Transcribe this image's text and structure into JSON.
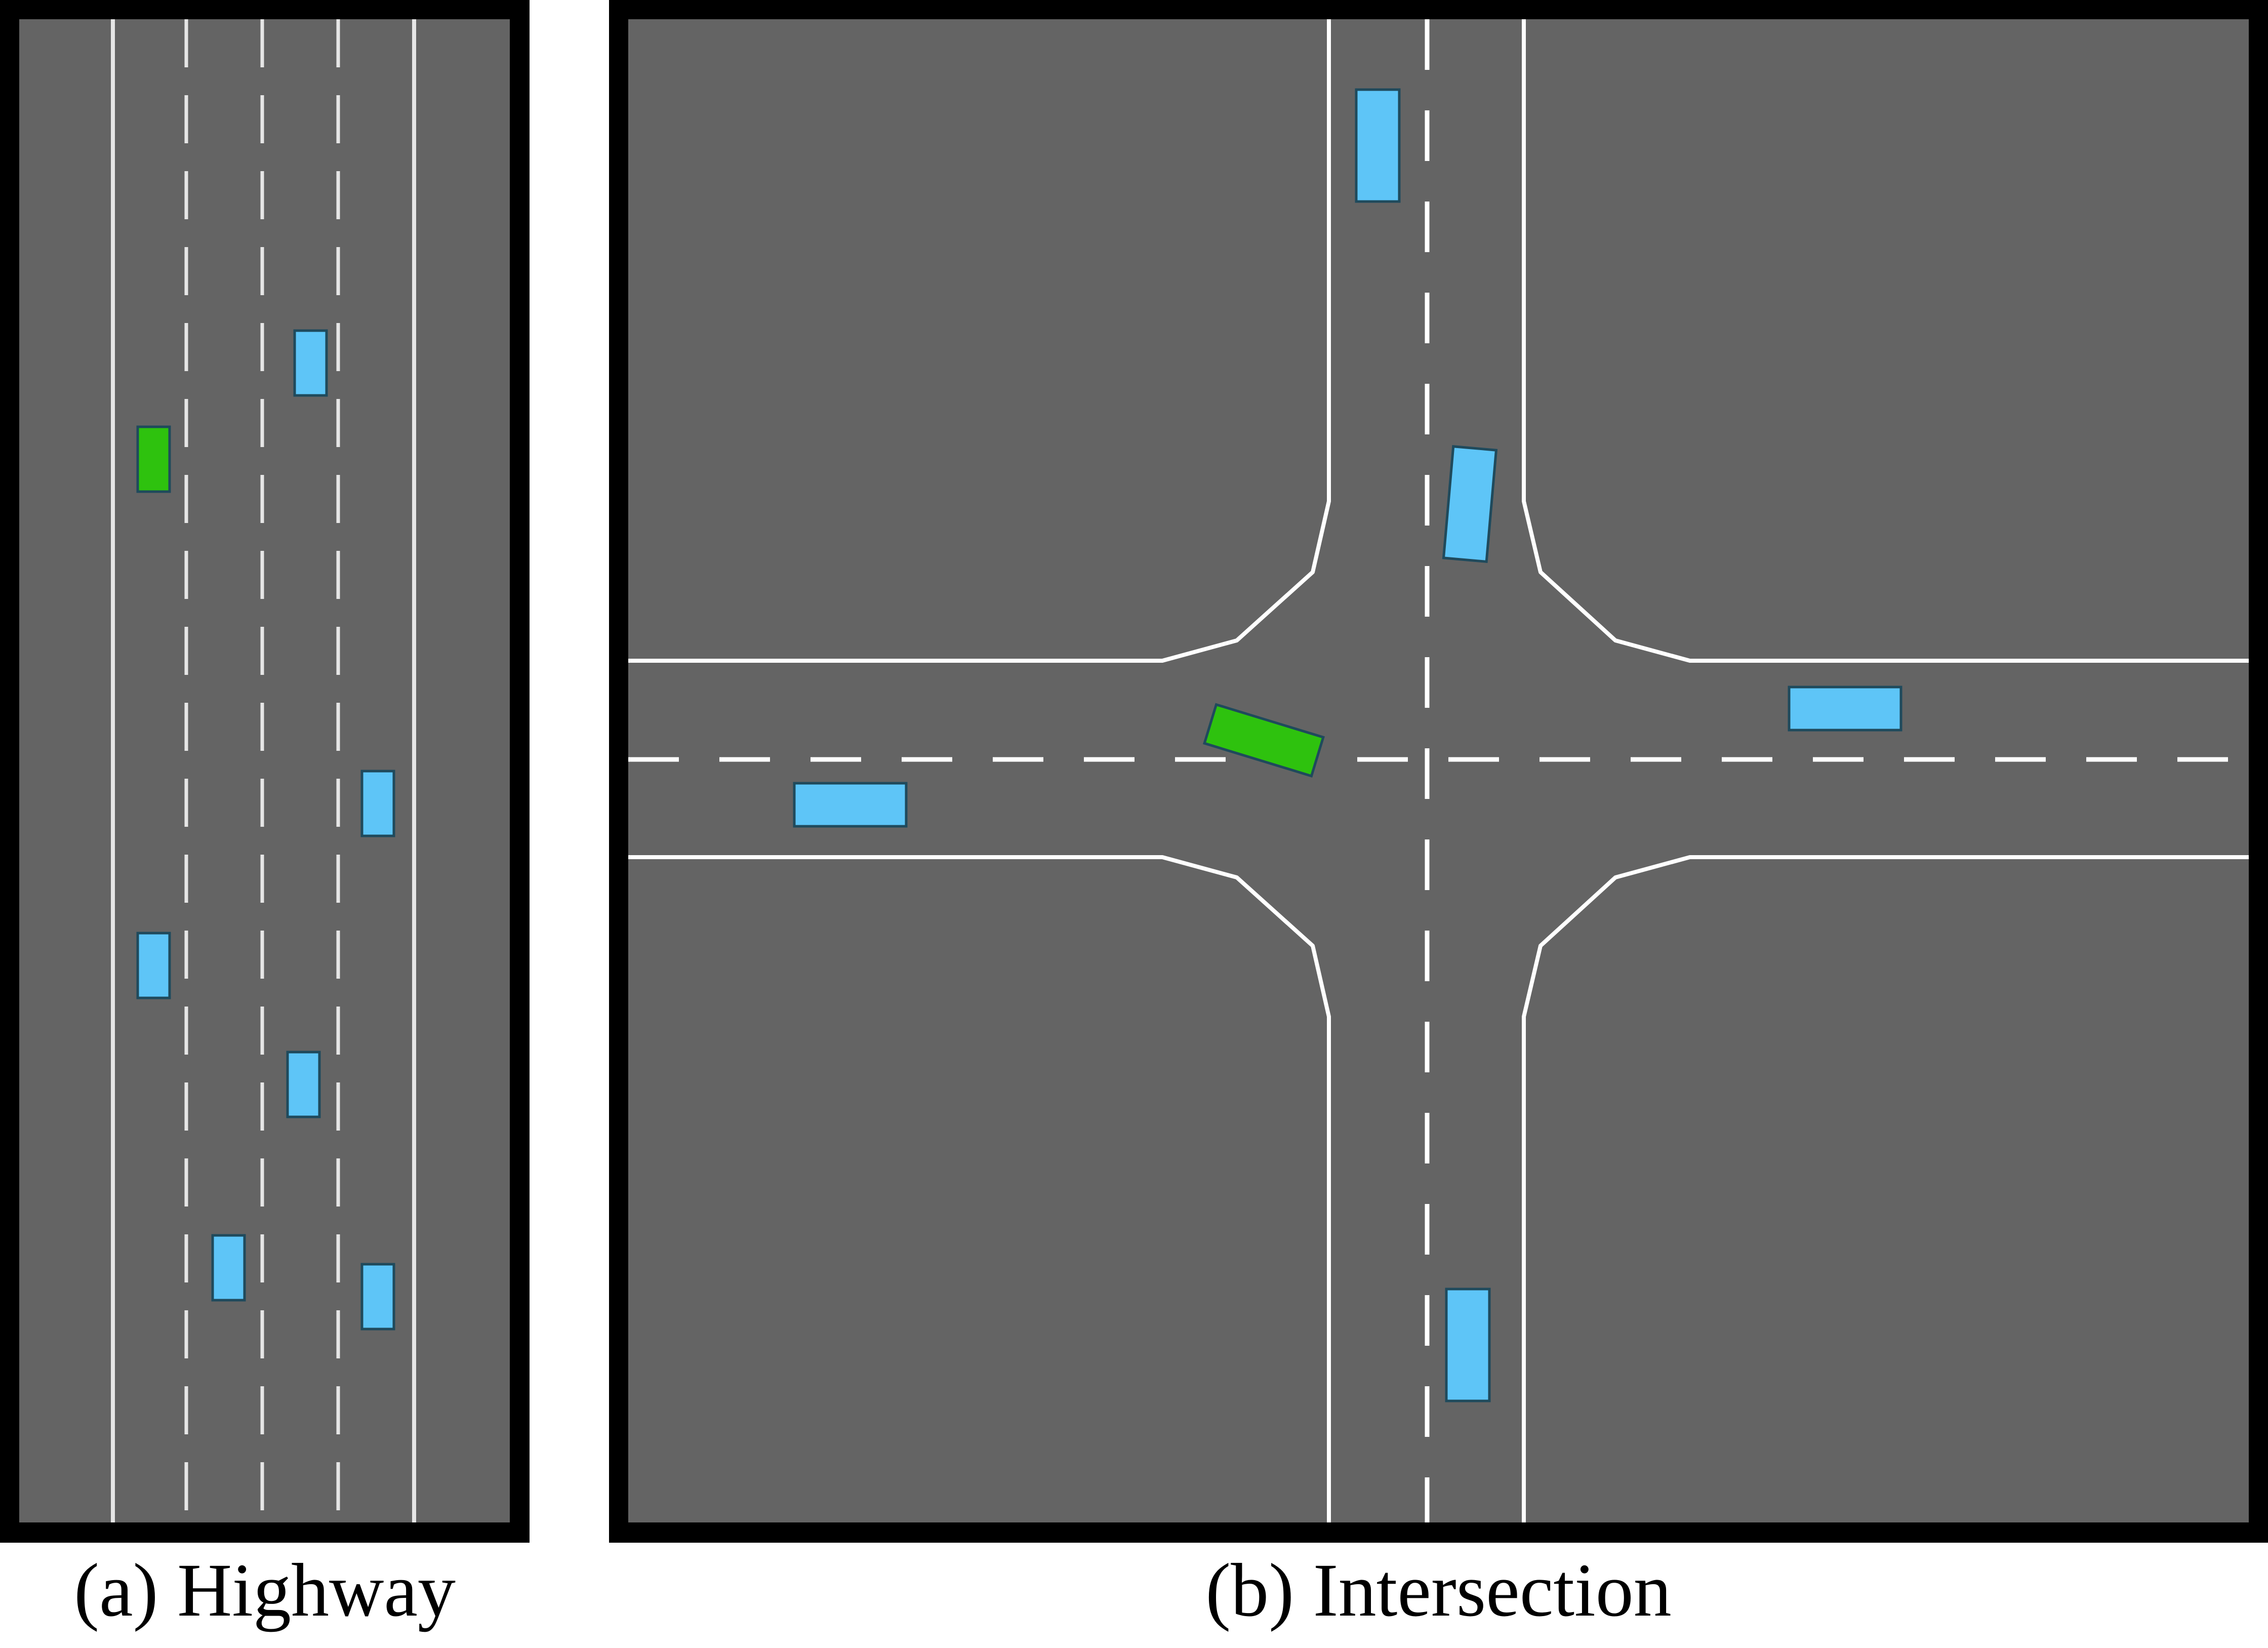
{
  "highway": {
    "caption": "(a) Highway",
    "lanes": 4,
    "ego_vehicle": {
      "lane": 1,
      "color": "#2ec20e"
    },
    "other_vehicles": [
      {
        "lane": 3,
        "color": "#5ec5f7"
      },
      {
        "lane": 4,
        "color": "#5ec5f7"
      },
      {
        "lane": 1,
        "color": "#5ec5f7"
      },
      {
        "lane": 3,
        "color": "#5ec5f7"
      },
      {
        "lane": 2,
        "color": "#5ec5f7"
      },
      {
        "lane": 4,
        "color": "#5ec5f7"
      }
    ]
  },
  "intersection": {
    "caption": "(b) Intersection",
    "ego_vehicle": {
      "color": "#2ec20e"
    },
    "other_vehicles": [
      {
        "color": "#5ec5f7"
      },
      {
        "color": "#5ec5f7"
      },
      {
        "color": "#5ec5f7"
      },
      {
        "color": "#5ec5f7"
      },
      {
        "color": "#5ec5f7"
      }
    ]
  },
  "colors": {
    "road": "#646464",
    "border": "#000000",
    "lane_marking": "#ffffff",
    "ego_vehicle": "#2ec20e",
    "other_vehicle": "#5ec5f7",
    "vehicle_outline": "#1f4a5c"
  }
}
